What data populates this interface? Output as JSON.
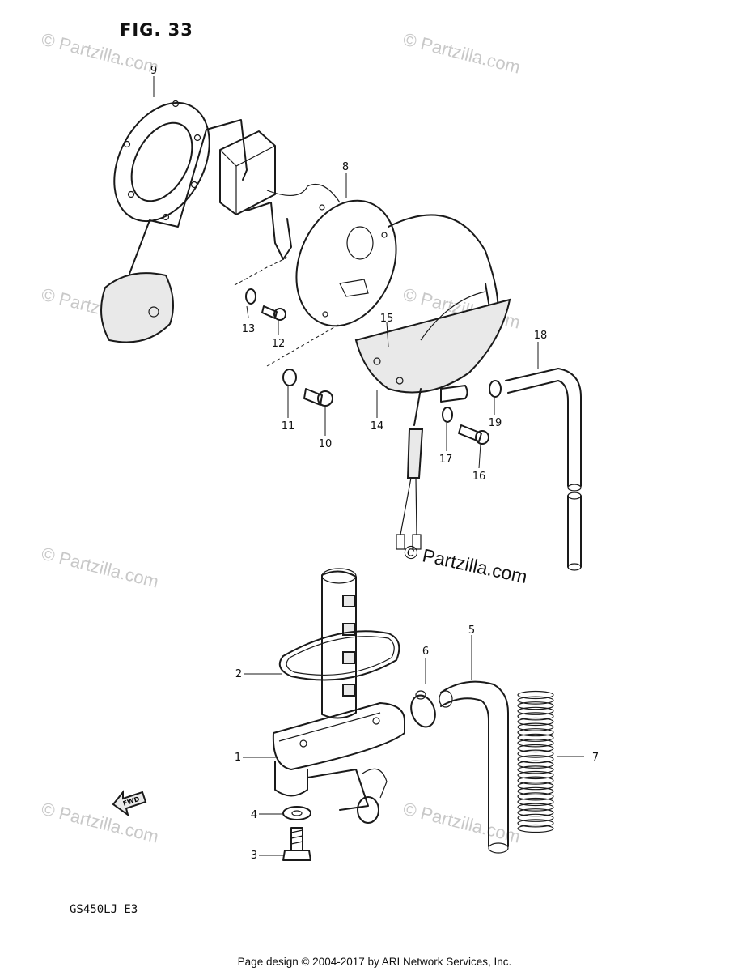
{
  "figure": {
    "title": "FIG. 33",
    "model_code": "GS450LJ  E3",
    "footer": "Page design © 2004-2017 by ARI Network Services, Inc.",
    "fwd_label": "FWD"
  },
  "watermarks": {
    "faint_text": "© Partzilla.com",
    "main_text": "© Partzilla.com"
  },
  "callouts": [
    "1",
    "2",
    "3",
    "4",
    "5",
    "6",
    "7",
    "8",
    "9",
    "10",
    "11",
    "12",
    "13",
    "14",
    "15",
    "16",
    "17",
    "18",
    "19"
  ]
}
